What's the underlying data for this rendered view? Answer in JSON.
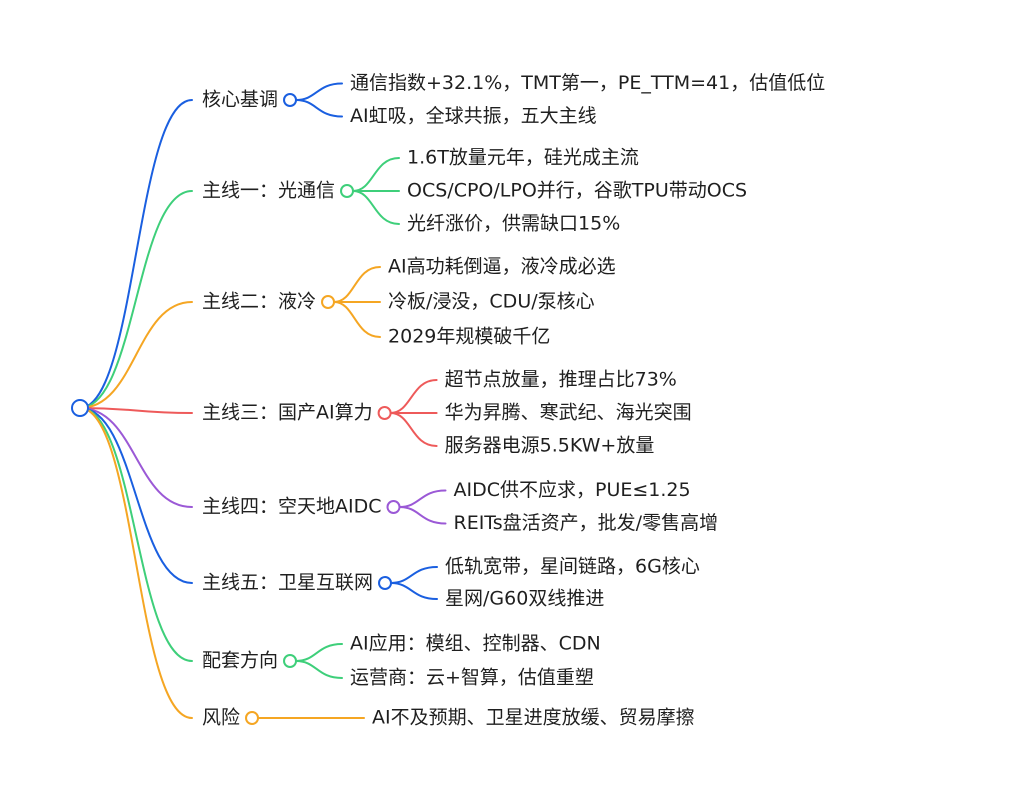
{
  "colors": {
    "blue": "#1a5fe0",
    "green": "#3ecf7a",
    "orange": "#f5a623",
    "red": "#ee5a5a",
    "purple": "#9b59d6"
  },
  "branches": [
    {
      "label": "核心基调",
      "color": "blue",
      "children": [
        "通信指数+32.1%，TMT第一，PE_TTM=41，估值低位",
        "AI虹吸，全球共振，五大主线"
      ]
    },
    {
      "label": "主线一：光通信",
      "color": "green",
      "children": [
        "1.6T放量元年，硅光成主流",
        "OCS/CPO/LPO并行，谷歌TPU带动OCS",
        "光纤涨价，供需缺口15%"
      ]
    },
    {
      "label": "主线二：液冷",
      "color": "orange",
      "children": [
        "AI高功耗倒逼，液冷成必选",
        "冷板/浸没，CDU/泵核心",
        "2029年规模破千亿"
      ]
    },
    {
      "label": "主线三：国产AI算力",
      "color": "red",
      "children": [
        "超节点放量，推理占比73%",
        "华为昇腾、寒武纪、海光突围",
        "服务器电源5.5KW+放量"
      ]
    },
    {
      "label": "主线四：空天地AIDC",
      "color": "purple",
      "children": [
        "AIDC供不应求，PUE≤1.25",
        "REITs盘活资产，批发/零售高增"
      ]
    },
    {
      "label": "主线五：卫星互联网",
      "color": "blue",
      "children": [
        "低轨宽带，星间链路，6G核心",
        "星网/G60双线推进"
      ]
    },
    {
      "label": "配套方向",
      "color": "green",
      "children": [
        "AI应用：模组、控制器、CDN",
        "运营商：云+智算，估值重塑"
      ]
    },
    {
      "label": "风险",
      "color": "orange",
      "children": [
        "AI不及预期、卫星进度放缓、贸易摩擦"
      ]
    }
  ]
}
